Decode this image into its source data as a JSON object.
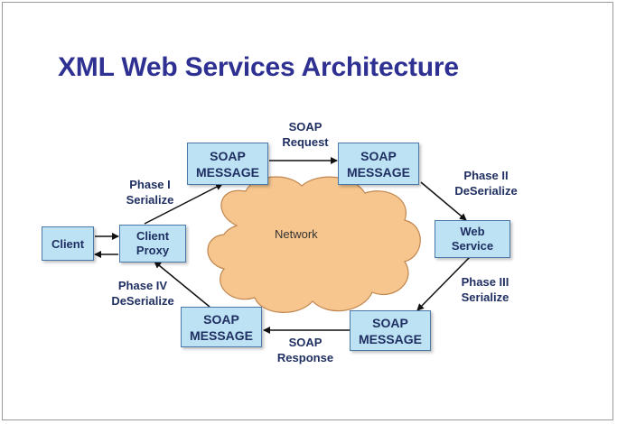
{
  "title": "XML Web Services Architecture",
  "colors": {
    "title": "#2e3192",
    "box_fill": "#bde2f4",
    "box_border": "#4a78a8",
    "cloud_fill": "#f7c68e",
    "cloud_stroke": "#c08650"
  },
  "nodes": {
    "client": "Client",
    "client_proxy": [
      "Client",
      "Proxy"
    ],
    "soap_message_top_left": [
      "SOAP",
      "MESSAGE"
    ],
    "soap_message_top_right": [
      "SOAP",
      "MESSAGE"
    ],
    "web_service": [
      "Web",
      "Service"
    ],
    "soap_message_bottom_right": [
      "SOAP",
      "MESSAGE"
    ],
    "soap_message_bottom_left": [
      "SOAP",
      "MESSAGE"
    ],
    "network": "Network"
  },
  "labels": {
    "soap_request": [
      "SOAP",
      "Request"
    ],
    "soap_response": [
      "SOAP",
      "Response"
    ],
    "phase1": [
      "Phase I",
      "Serialize"
    ],
    "phase2": [
      "Phase II",
      "DeSerialize"
    ],
    "phase3": [
      "Phase III",
      "Serialize"
    ],
    "phase4": [
      "Phase IV",
      "DeSerialize"
    ]
  }
}
